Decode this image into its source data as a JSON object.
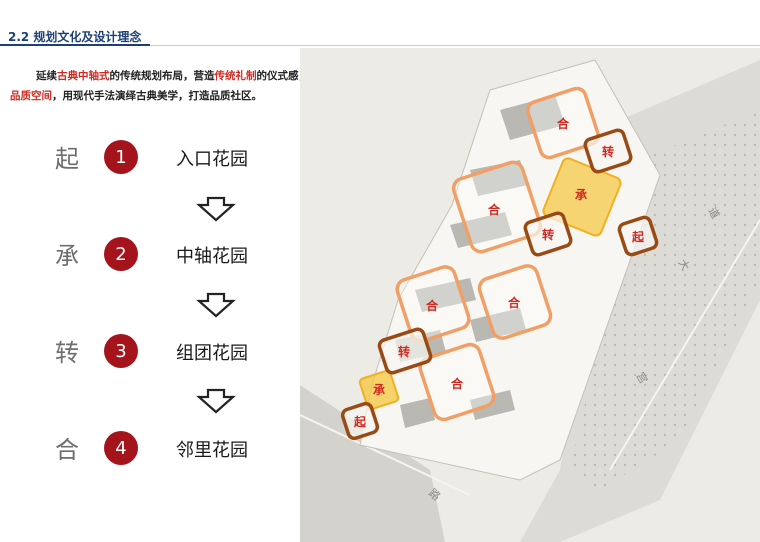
{
  "header": {
    "title": "2.2  规划文化及设计理念"
  },
  "intro": {
    "l1_a": "延续",
    "l1_b": "古典中轴式",
    "l1_c": "的传统规划布局，营造",
    "l1_d": "传统礼制",
    "l1_e": "的仪式感，追求现代",
    "l2_a": "品质空间",
    "l2_b": "，用现代手法演绎古典美学，打造品质社区。"
  },
  "stages": [
    {
      "char": "起",
      "num": "1",
      "label": "入口花园"
    },
    {
      "char": "承",
      "num": "2",
      "label": "中轴花园"
    },
    {
      "char": "转",
      "num": "3",
      "label": "组团花园"
    },
    {
      "char": "合",
      "num": "4",
      "label": "邻里花园"
    }
  ],
  "plan": {
    "chips": [
      "合",
      "转",
      "承",
      "转",
      "合",
      "起",
      "合",
      "合",
      "转",
      "合",
      "承",
      "起"
    ],
    "road_1": "大",
    "road_2": "道",
    "road_3": "路",
    "road_4": "宫"
  },
  "colors": {
    "accent_red": "#d02a22",
    "badge_red": "#a5141c",
    "title_blue": "#1d3f73",
    "frame_orange": "#f0a066",
    "frame_brown": "#9a4a14",
    "highlight_yellow": "#f6c63c"
  }
}
